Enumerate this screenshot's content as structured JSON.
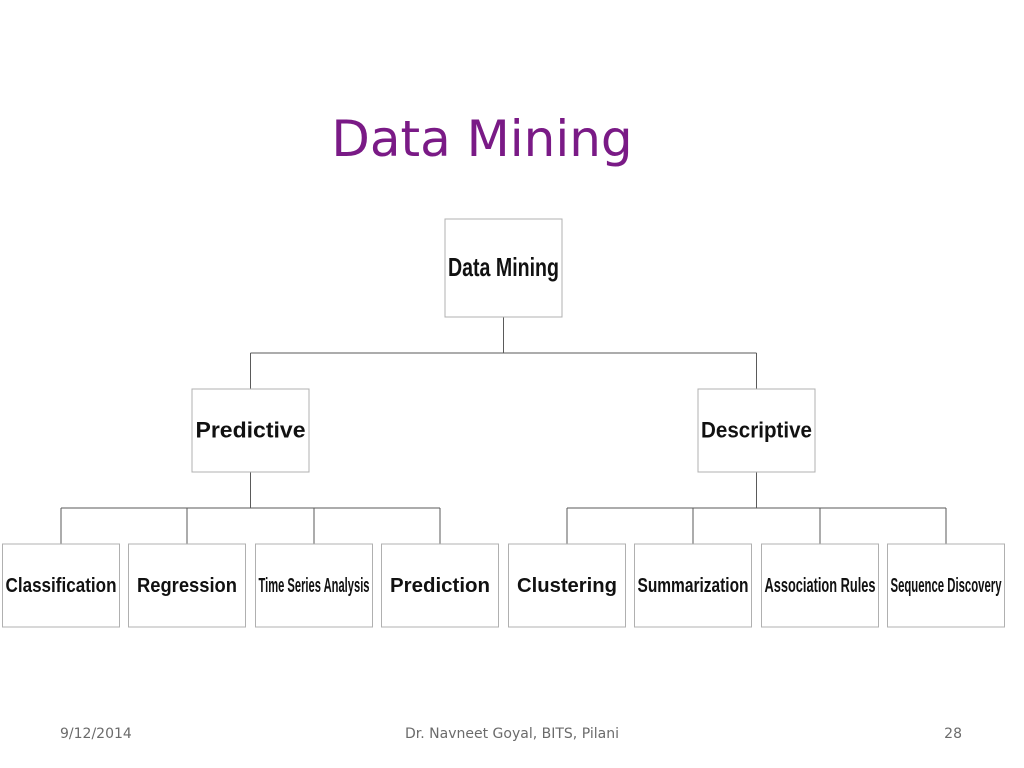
{
  "slide": {
    "title": "Data Mining"
  },
  "diagram": {
    "root": {
      "label": "Data Mining"
    },
    "branches": [
      {
        "label": "Predictive",
        "children": [
          "Classification",
          "Regression",
          "Time Series Analysis",
          "Prediction"
        ]
      },
      {
        "label": "Descriptive",
        "children": [
          "Clustering",
          "Summarization",
          "Association Rules",
          "Sequence Discovery"
        ]
      }
    ]
  },
  "footer": {
    "date": "9/12/2014",
    "author": "Dr. Navneet Goyal, BITS, Pilani",
    "page": "28"
  },
  "colors": {
    "title": "#7a1a86",
    "footer_text": "#6b6b6b",
    "box_border": "#b0b0b0"
  }
}
